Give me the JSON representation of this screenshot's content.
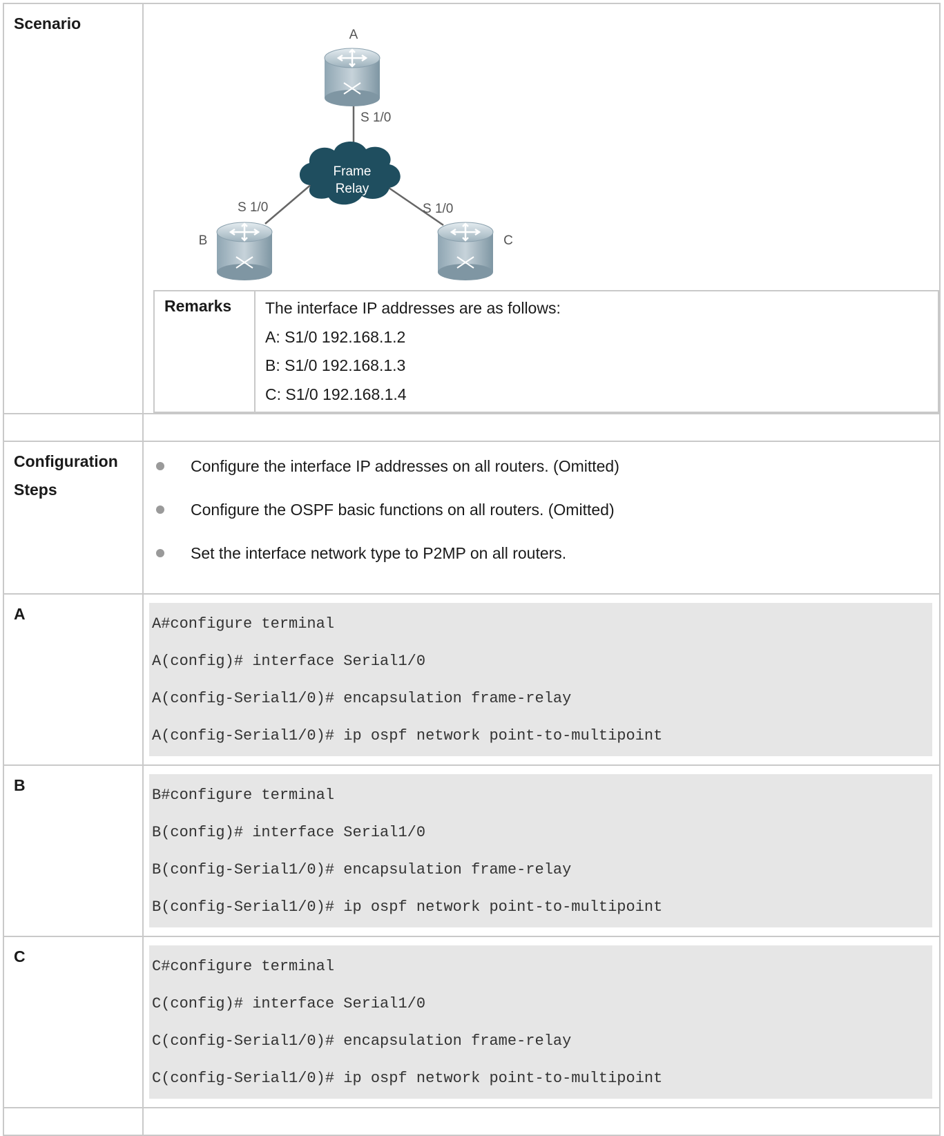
{
  "scenario": {
    "label": "Scenario",
    "diagram": {
      "routers": [
        {
          "name": "A",
          "port": "S 1/0"
        },
        {
          "name": "B",
          "port": "S 1/0"
        },
        {
          "name": "C",
          "port": "S 1/0"
        }
      ],
      "cloud_line1": "Frame",
      "cloud_line2": "Relay"
    },
    "remarks": {
      "label": "Remarks",
      "lines": [
        "The interface IP addresses are as follows:",
        "A: S1/0 192.168.1.2",
        "B: S1/0 192.168.1.3",
        "C: S1/0 192.168.1.4"
      ]
    }
  },
  "config_steps": {
    "label_line1": "Configuration",
    "label_line2": "Steps",
    "items": [
      "Configure the interface IP addresses on all routers. (Omitted)",
      "Configure the OSPF basic functions on all routers. (Omitted)",
      "Set the interface network type to P2MP on all routers."
    ]
  },
  "devices": [
    {
      "label": "A",
      "lines": [
        "A#configure terminal",
        "A(config)# interface Serial1/0",
        "A(config-Serial1/0)# encapsulation frame-relay",
        "A(config-Serial1/0)# ip ospf network point-to-multipoint"
      ]
    },
    {
      "label": "B",
      "lines": [
        "B#configure terminal",
        "B(config)# interface Serial1/0",
        "B(config-Serial1/0)# encapsulation frame-relay",
        "B(config-Serial1/0)# ip ospf network point-to-multipoint"
      ]
    },
    {
      "label": "C",
      "lines": [
        "C#configure terminal",
        "C(config)# interface Serial1/0",
        "C(config-Serial1/0)# encapsulation frame-relay",
        "C(config-Serial1/0)# ip ospf network point-to-multipoint"
      ]
    }
  ]
}
